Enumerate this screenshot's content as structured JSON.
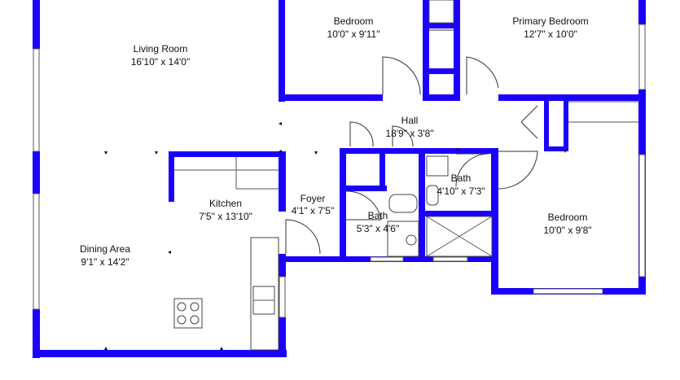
{
  "rooms": [
    {
      "name": "Bedroom",
      "dims": "10'0\" x 9'11\""
    },
    {
      "name": "Primary Bedroom",
      "dims": "12'7\" x 10'0\""
    },
    {
      "name": "Living Room",
      "dims": "16'10\" x 14'0\""
    },
    {
      "name": "Hall",
      "dims": "18'9\" x 3'8\""
    },
    {
      "name": "Kitchen",
      "dims": "7'5\" x 13'10\""
    },
    {
      "name": "Foyer",
      "dims": "4'1\" x 7'5\""
    },
    {
      "name": "Bath",
      "dims": "4'10\" x 7'3\""
    },
    {
      "name": "Bath",
      "dims": "5'3\" x 4'6\""
    },
    {
      "name": "Bedroom",
      "dims": "10'0\" x 9'8\""
    },
    {
      "name": "Dining Area",
      "dims": "9'1\" x 14'2\""
    }
  ],
  "colors": {
    "wall": "#1a00ff",
    "fixture": "#444444"
  }
}
